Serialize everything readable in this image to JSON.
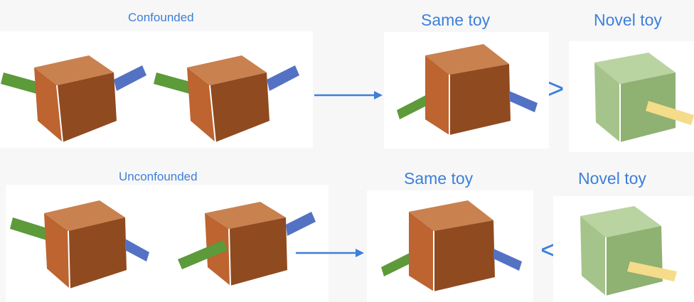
{
  "labels": {
    "confounded": "Confounded",
    "unconfounded": "Unconfounded",
    "same_toy_top": "Same toy",
    "novel_toy_top": "Novel toy",
    "same_toy_bottom": "Same toy",
    "novel_toy_bottom": "Novel toy"
  },
  "comparisons": {
    "top": ">",
    "bottom": "<"
  },
  "colors": {
    "label_blue": "#3d7fd9",
    "box_front": "#8f4a20",
    "box_left": "#bd6430",
    "box_top": "#c9814f",
    "green_box_front": "#8fb172",
    "green_box_left": "#a5c48b",
    "green_box_top": "#b9d3a1",
    "green_stick": "#5c9a3a",
    "blue_stick": "#5372c4",
    "yellow_stick": "#f4dc8a",
    "flower_petal": "#ea1d1d",
    "flower_center": "#f6c100",
    "duck": "#f4c430"
  },
  "icons": [
    "flower-icon",
    "duck-icon",
    "arrow-right-icon"
  ]
}
